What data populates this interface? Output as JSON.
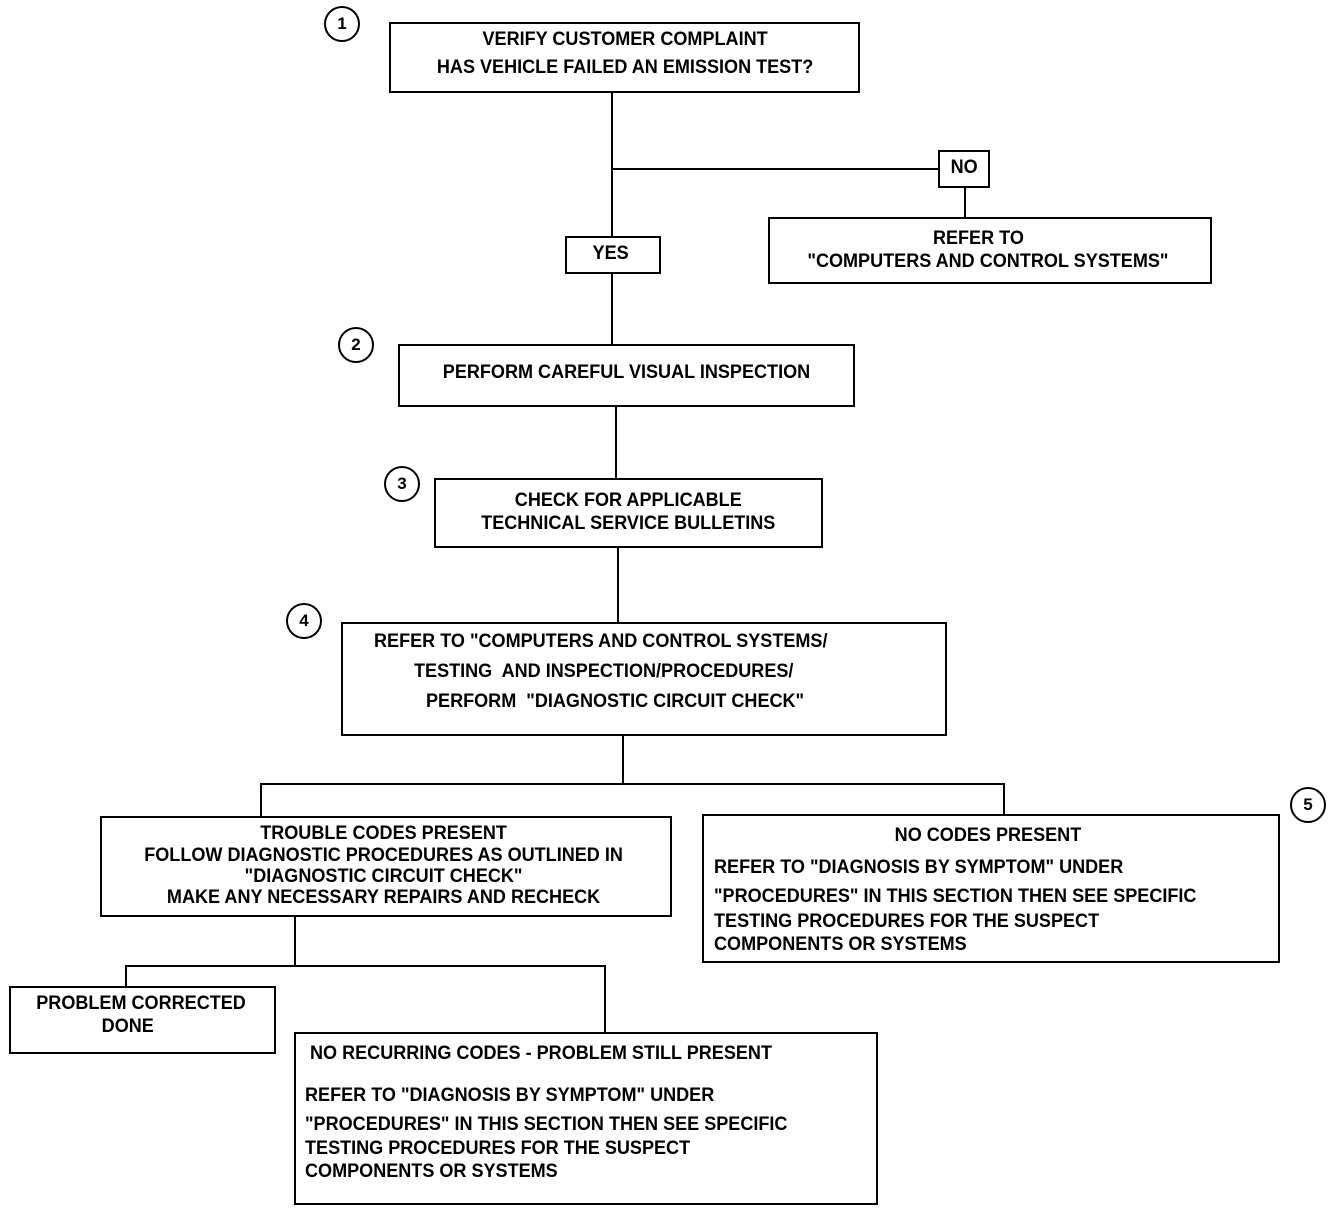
{
  "steps": {
    "s1": {
      "number": "1",
      "lines": [
        "VERIFY CUSTOMER COMPLAINT",
        "HAS VEHICLE FAILED AN EMISSION TEST?"
      ]
    },
    "s2": {
      "number": "2",
      "lines": [
        "PERFORM CAREFUL VISUAL INSPECTION"
      ]
    },
    "s3": {
      "number": "3",
      "lines": [
        "CHECK FOR APPLICABLE",
        "TECHNICAL SERVICE BULLETINS"
      ]
    },
    "s4": {
      "number": "4",
      "lines": [
        "REFER TO \"COMPUTERS AND CONTROL SYSTEMS/",
        "TESTING  AND INSPECTION/PROCEDURES/",
        "PERFORM  \"DIAGNOSTIC CIRCUIT CHECK\""
      ]
    },
    "s5": {
      "number": "5"
    }
  },
  "branches": {
    "yes_label": "YES",
    "no_label": "NO",
    "no_result": [
      "REFER TO",
      "\"COMPUTERS AND CONTROL SYSTEMS\""
    ]
  },
  "codes_present": {
    "lines": [
      "TROUBLE CODES PRESENT",
      "FOLLOW DIAGNOSTIC PROCEDURES AS OUTLINED IN",
      "\"DIAGNOSTIC CIRCUIT CHECK\"",
      "MAKE ANY NECESSARY REPAIRS AND RECHECK"
    ]
  },
  "no_codes": {
    "title": "NO CODES PRESENT",
    "lines": [
      "REFER TO \"DIAGNOSIS BY SYMPTOM\" UNDER",
      "\"PROCEDURES\" IN THIS SECTION THEN SEE SPECIFIC",
      "TESTING PROCEDURES FOR THE SUSPECT",
      "COMPONENTS OR SYSTEMS"
    ]
  },
  "corrected": {
    "lines": [
      "PROBLEM CORRECTED",
      "DONE"
    ]
  },
  "no_recurring": {
    "title": "NO RECURRING CODES - PROBLEM STILL PRESENT",
    "lines": [
      "REFER TO \"DIAGNOSIS BY SYMPTOM\" UNDER",
      "\"PROCEDURES\" IN THIS SECTION THEN SEE SPECIFIC",
      "TESTING PROCEDURES FOR THE SUSPECT",
      "COMPONENTS OR SYSTEMS"
    ]
  }
}
